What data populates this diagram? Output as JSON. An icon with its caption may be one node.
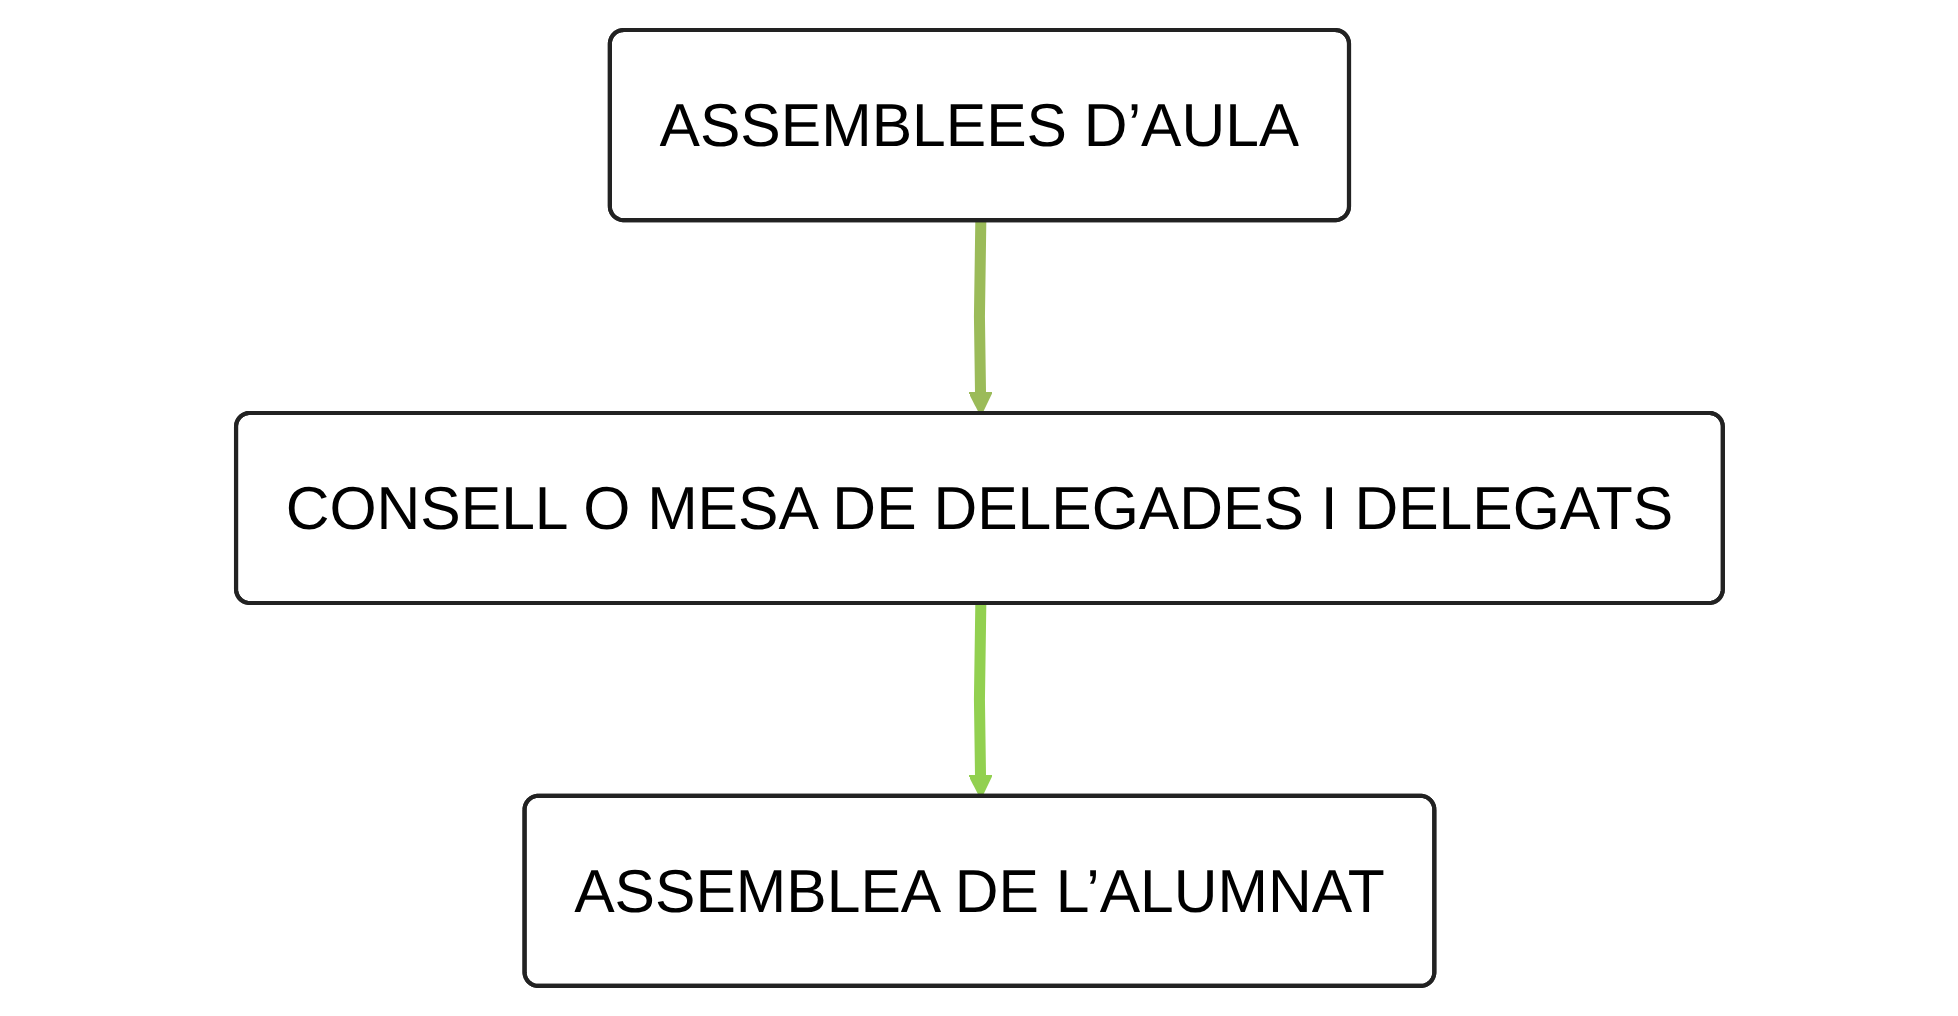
{
  "diagram": {
    "nodes": [
      {
        "text": [
          "ASSEMBLEES D’AULA"
        ]
      },
      {
        "text": [
          "CONSELL O MESA DE DELEGADES I DELEGATS"
        ]
      },
      {
        "text": [
          "ASSEMBLEA DE L’ALUMNAT"
        ]
      }
    ],
    "edges": [
      {
        "from": 0,
        "to": 1,
        "arrow": "to",
        "color": "#9bbb59"
      },
      {
        "from": 1,
        "to": 2,
        "arrow": "to",
        "color": "#92d050"
      }
    ]
  }
}
